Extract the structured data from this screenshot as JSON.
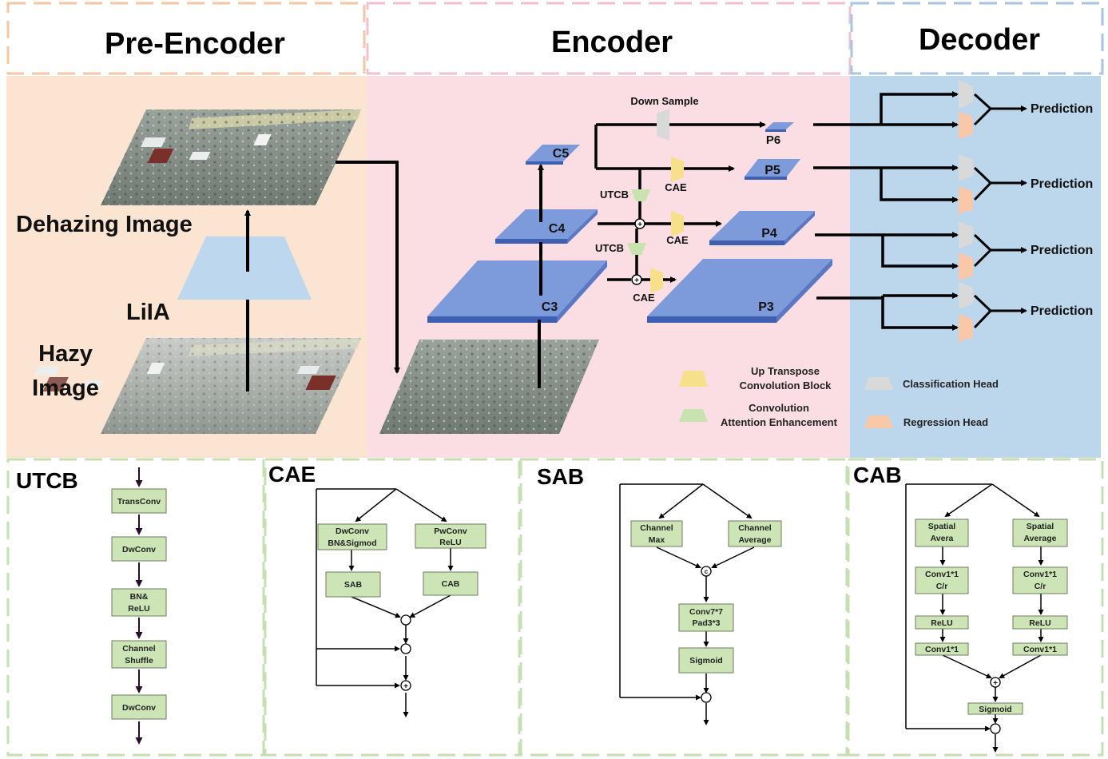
{
  "header": {
    "pre_encoder": "Pre-Encoder",
    "encoder": "Encoder",
    "decoder": "Decoder"
  },
  "pre_encoder": {
    "dehazing_image": "Dehazing Image",
    "lila": "LiIA",
    "hazy_image_line1": "Hazy",
    "hazy_image_line2": "Image"
  },
  "encoder": {
    "c3": "C3",
    "c4": "C4",
    "c5": "C5",
    "p3": "P3",
    "p4": "P4",
    "p5": "P5",
    "p6": "P6",
    "down_sample": "Down Sample",
    "utcb_a": "UTCB",
    "utcb_b": "UTCB",
    "cae_a": "CAE",
    "cae_b": "CAE",
    "cae_c": "CAE"
  },
  "legend": {
    "up_line1": "Up Transpose",
    "up_line2": "Convolution Block",
    "cae_line1": "Convolution",
    "cae_line2": "Attention Enhancement",
    "classification": "Classification Head",
    "regression": "Regression Head"
  },
  "decoder": {
    "predictions": [
      "Prediction",
      "Prediction",
      "Prediction",
      "Prediction"
    ]
  },
  "utcb_panel": {
    "title": "UTCB",
    "boxes": [
      "TransConv",
      "DwConv",
      "BN&",
      "ReLU",
      "Channel",
      "Shuffle",
      "DwConv"
    ]
  },
  "cae_panel": {
    "title": "CAE",
    "dw_line1": "DwConv",
    "dw_line2": "BN&Sigmod",
    "pw_line1": "PwConv",
    "pw_line2": "ReLU",
    "sab": "SAB",
    "cab": "CAB"
  },
  "sab_panel": {
    "title": "SAB",
    "max_line1": "Channel",
    "max_line2": "Max",
    "avg_line1": "Channel",
    "avg_line2": "Average",
    "conv_line1": "Conv7*7",
    "conv_line2": "Pad3*3",
    "sigmoid": "Sigmoid",
    "concat": "c"
  },
  "cab_panel": {
    "title": "CAB",
    "sa_line1": "Spatial",
    "sa_line2": "Avera",
    "sb_line1": "Spatial",
    "sb_line2": "Average",
    "conv_a1": "Conv1*1",
    "conv_a2": "C/r",
    "conv_b1": "Conv1*1",
    "conv_b2": "C/r",
    "relu_a": "ReLU",
    "relu_b": "ReLU",
    "conv_c": "Conv1*1",
    "conv_d": "Conv1*1",
    "sigmoid": "Sigmoid"
  },
  "colors": {
    "pre_bg": "#fbe4d2",
    "enc_bg": "#fbdde4",
    "dec_bg": "#bcd6ec",
    "feature_blue": "#7a98d8",
    "box_green": "#cde5b6",
    "utcb_green": "#c8e3b0",
    "cae_yellow": "#f7e08c",
    "cls_grey": "#d9d9d9",
    "reg_orange": "#f8c8a8"
  }
}
